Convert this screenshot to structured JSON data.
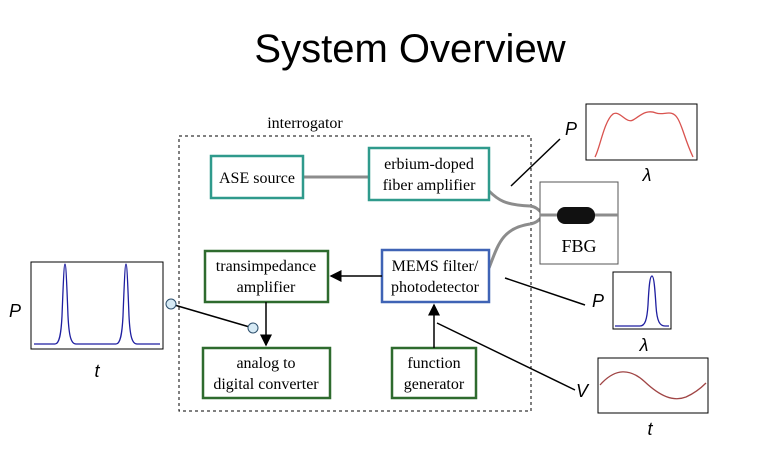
{
  "title": "System Overview",
  "interrogator_label": "interrogator",
  "blocks": {
    "ase_source": "ASE source",
    "edfa_line1": "erbium-doped",
    "edfa_line2": "fiber amplifier",
    "fbg": "FBG",
    "tia_line1": "transimpedance",
    "tia_line2": "amplifier",
    "mems_line1": "MEMS filter/",
    "mems_line2": "photodetector",
    "adc_line1": "analog to",
    "adc_line2": "digital converter",
    "fg_line1": "function",
    "fg_line2": "generator"
  },
  "plots": {
    "spectrum_top": {
      "ylabel": "P",
      "xlabel": "λ"
    },
    "spectrum_peak": {
      "ylabel": "P",
      "xlabel": "λ"
    },
    "sine": {
      "ylabel": "V",
      "xlabel": "t"
    },
    "time_trace": {
      "ylabel": "P",
      "xlabel": "t"
    }
  },
  "colors": {
    "ase_border": "#2f9a8c",
    "edfa_border": "#2f9a8c",
    "tia_border": "#2e6b2e",
    "adc_border": "#2e6b2e",
    "fg_border": "#2e6b2e",
    "mems_border": "#3f63b5",
    "fiber": "#8c8c8c",
    "spectrum_curve": "#d9534f",
    "peak_curve": "#1f1fa0",
    "sine_curve": "#a04545"
  }
}
